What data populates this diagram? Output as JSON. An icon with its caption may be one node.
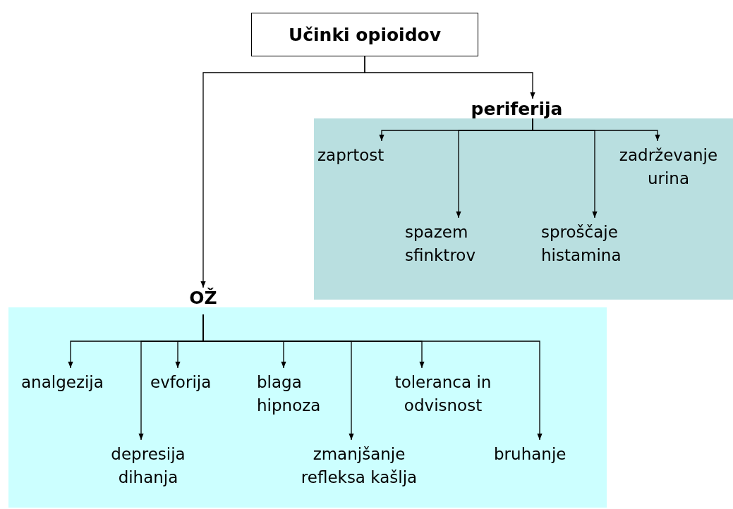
{
  "diagram": {
    "nodes": [
      {
        "text": [
          "Učinki opioidov"
        ]
      },
      {
        "text": [
          "periferija"
        ]
      },
      {
        "text": [
          "zaprtost"
        ],
        "in": 1
      },
      {
        "text": [
          "spazem sfinktrov"
        ],
        "in": 1
      },
      {
        "text": [
          "sproščaje histamina"
        ],
        "in": 1
      },
      {
        "text": [
          "zadrževanje urina"
        ],
        "in": 1
      },
      {
        "text": [
          "OŽ"
        ]
      },
      {
        "text": [
          "analgezija"
        ],
        "in": 6
      },
      {
        "text": [
          "depresija dihanja"
        ],
        "in": 6
      },
      {
        "text": [
          "evforija"
        ],
        "in": 6
      },
      {
        "text": [
          "blaga hipnoza"
        ],
        "in": 6
      },
      {
        "text": [
          "zmanjšanje refleksa kašlja"
        ],
        "in": 6
      },
      {
        "text": [
          "toleranca in odvisnost"
        ],
        "in": 6
      },
      {
        "text": [
          "bruhanje"
        ],
        "in": 6
      }
    ],
    "edges": [
      {
        "from": 0,
        "to": 1,
        "arrow": "to"
      },
      {
        "from": 0,
        "to": 6,
        "arrow": "to"
      },
      {
        "from": 1,
        "to": 2,
        "arrow": "to"
      },
      {
        "from": 1,
        "to": 3,
        "arrow": "to"
      },
      {
        "from": 1,
        "to": 4,
        "arrow": "to"
      },
      {
        "from": 1,
        "to": 5,
        "arrow": "to"
      },
      {
        "from": 6,
        "to": 7,
        "arrow": "to"
      },
      {
        "from": 6,
        "to": 8,
        "arrow": "to"
      },
      {
        "from": 6,
        "to": 9,
        "arrow": "to"
      },
      {
        "from": 6,
        "to": 10,
        "arrow": "to"
      },
      {
        "from": 6,
        "to": 11,
        "arrow": "to"
      },
      {
        "from": 6,
        "to": 12,
        "arrow": "to"
      },
      {
        "from": 6,
        "to": 13,
        "arrow": "to"
      }
    ]
  }
}
